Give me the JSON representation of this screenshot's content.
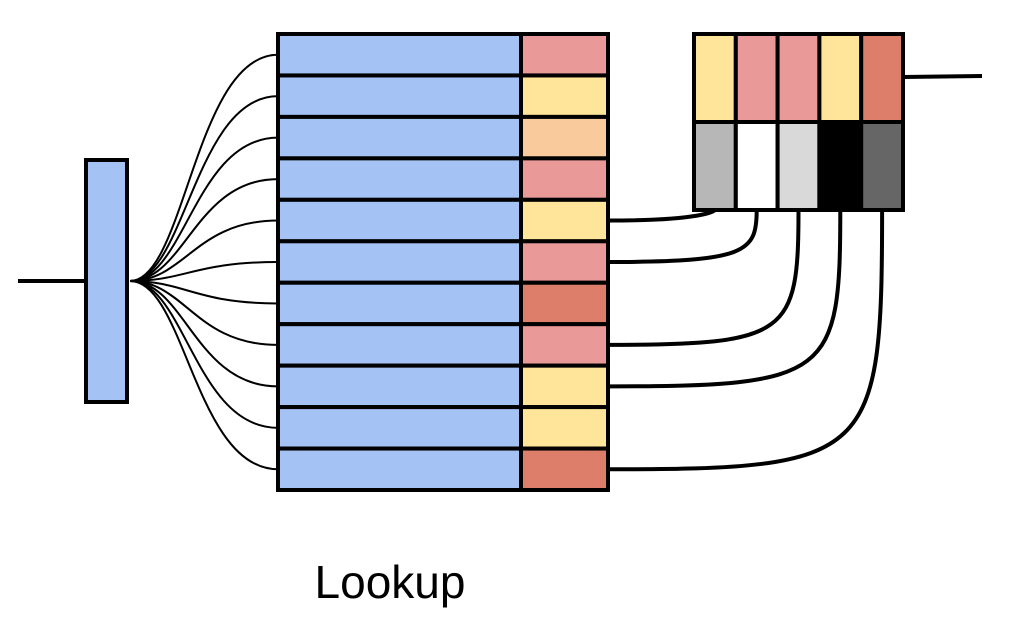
{
  "caption": "Lookup",
  "colors": {
    "blue": "#a4c2f4",
    "stroke": "#000000"
  },
  "table": {
    "row_colors": [
      "#ea9999",
      "#ffe599",
      "#f9cb9c",
      "#ea9999",
      "#ffe599",
      "#ea9999",
      "#dd7e6b",
      "#ea9999",
      "#ffe599",
      "#ffe599",
      "#dd7e6b"
    ]
  },
  "output": {
    "top_colors": [
      "#ffe599",
      "#ea9999",
      "#ea9999",
      "#ffe599",
      "#dd7e6b"
    ],
    "bottom_colors": [
      "#b7b7b7",
      "#ffffff",
      "#d9d9d9",
      "#000000",
      "#666666"
    ],
    "source_rows": [
      4,
      5,
      7,
      8,
      10
    ]
  }
}
